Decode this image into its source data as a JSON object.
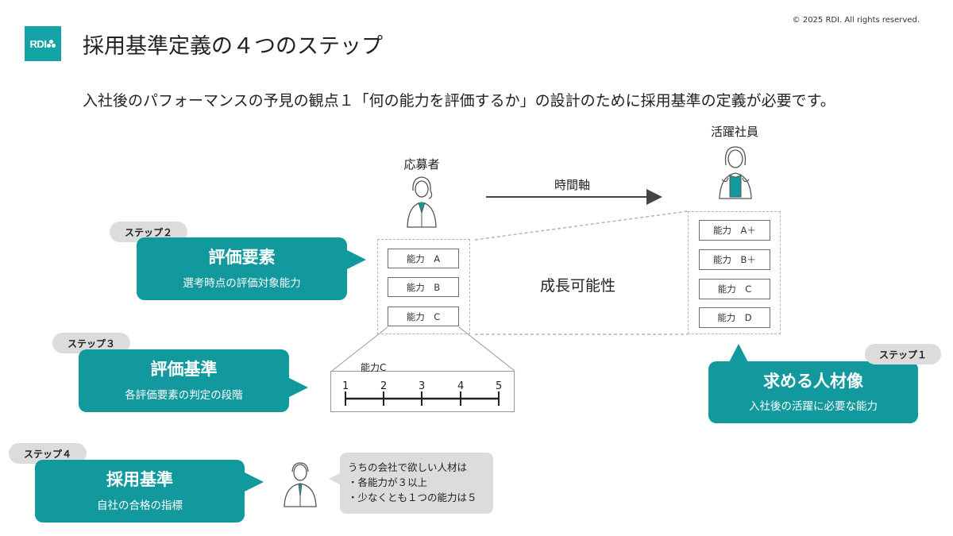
{
  "header": {
    "logo_text": "RDI",
    "title": "採用基準定義の４つのステップ",
    "copyright": "© 2025 RDI.  All rights reserved."
  },
  "subtitle": "入社後のパフォーマンスの予見の観点１「何の能力を評価するか」の設計のために採用基準の定義が必要です。",
  "applicant": {
    "label": "応募者",
    "abilities": [
      "能力　A",
      "能力　B",
      "能力　C"
    ]
  },
  "star_employee": {
    "label": "活躍社員",
    "abilities": [
      "能力　A＋",
      "能力　B＋",
      "能力　C",
      "能力　D"
    ]
  },
  "time_axis_label": "時間軸",
  "growth_label": "成長可能性",
  "scale": {
    "title": "能力C",
    "ticks": [
      "1",
      "2",
      "3",
      "4",
      "5"
    ]
  },
  "steps": [
    {
      "pill": "ステップ２",
      "title": "評価要素",
      "desc": "選考時点の評価対象能力"
    },
    {
      "pill": "ステップ３",
      "title": "評価基準",
      "desc": "各評価要素の判定の段階"
    },
    {
      "pill": "ステップ４",
      "title": "採用基準",
      "desc": "自社の合格の指標"
    },
    {
      "pill": "ステップ１",
      "title": "求める人材像",
      "desc": "入社後の活躍に必要な能力"
    }
  ],
  "speech": {
    "lines": [
      "うちの会社で欲しい人材は",
      "・各能力が３以上",
      "・少なくとも１つの能力は５"
    ]
  },
  "colors": {
    "accent_teal": "#11999e",
    "pill_gray": "#dcdcdc",
    "dashed_gray": "#b5b5b5"
  },
  "icons": [
    "applicant-person-icon",
    "star-employee-person-icon",
    "interviewer-person-icon",
    "logo-dots-icon"
  ]
}
